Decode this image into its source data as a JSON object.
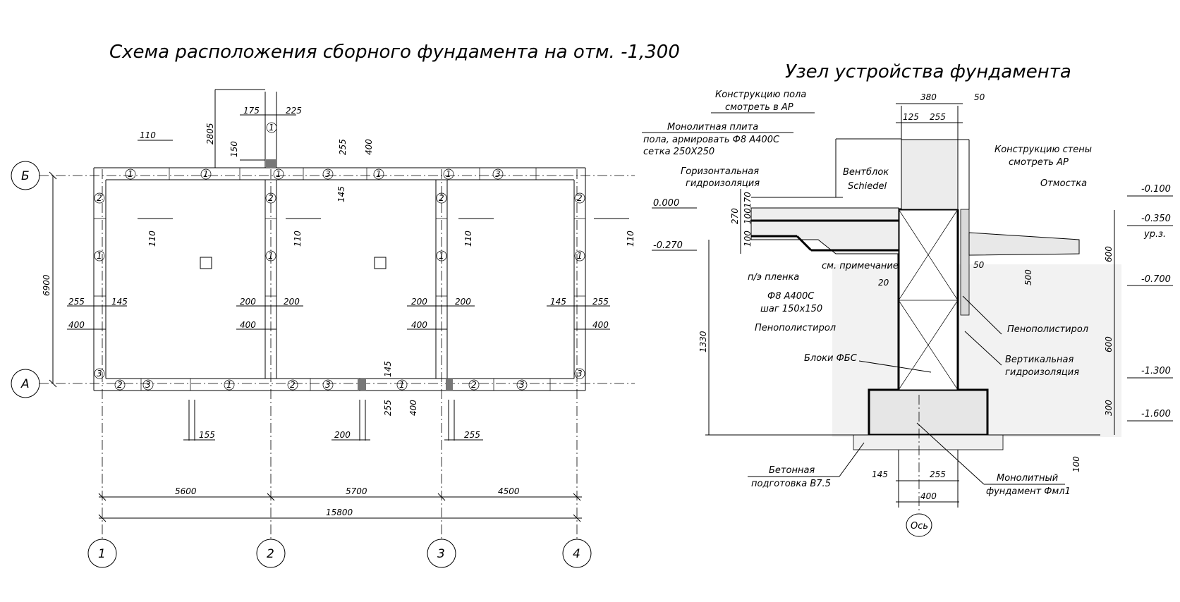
{
  "plan": {
    "title": "Схема расположения сборного фундамента на отм. -1,300",
    "axes_x": [
      "1",
      "2",
      "3",
      "4"
    ],
    "axes_y": [
      "Б",
      "А"
    ],
    "spans": [
      "5600",
      "5700",
      "4500"
    ],
    "total": "15800",
    "height_dim": "6900",
    "dims": {
      "d175": "175",
      "d225": "225",
      "d2805": "2805",
      "d150": "150",
      "d110": "110",
      "d255": "255",
      "d400": "400",
      "d145": "145",
      "d200": "200",
      "d155": "155"
    },
    "block_mark_1": "1",
    "block_mark_2": "2",
    "block_mark_3": "3"
  },
  "detail": {
    "title": "Узел устройства фундамента",
    "labels": {
      "floor": "Конструкцию пола",
      "floor2": "смотреть в АР",
      "slab1": "Монолитная плита",
      "slab2": "пола, армировать Ф8 А400С",
      "slab3": "сетка 250Х250",
      "hydro_h1": "Горизонтальная",
      "hydro_h2": "гидроизоляция",
      "vent1": "Вентблок",
      "vent2": "Schiedel",
      "wall1": "Конструкцию стены",
      "wall2": "смотреть АР",
      "otmostka": "Отмостка",
      "film": "п/э пленка",
      "note": "см. примечание",
      "rebar1": "Ф8 А400С",
      "rebar2": "шаг 150х150",
      "foam_l": "Пенополистирол",
      "foam_r": "Пенополистирол",
      "blocks": "Блоки ФБС",
      "hydro_v1": "Вертикальная",
      "hydro_v2": "гидроизоляция",
      "base1": "Бетонная",
      "base2": "подготовка В7.5",
      "mono1": "Монолитный",
      "mono2": "фундамент Фмл1",
      "axis": "Ось",
      "ground": "ур.з."
    },
    "levels": {
      "l0": "0.000",
      "lm027": "-0.270",
      "lm01": "-0.100",
      "lm035": "-0.350",
      "lm07": "-0.700",
      "lm13": "-1.300",
      "lm16": "-1.600"
    },
    "dims": {
      "d380": "380",
      "d50": "50",
      "d125": "125",
      "d255": "255",
      "d270": "270",
      "d100": "100",
      "d170": "170",
      "d20": "20",
      "d500": "500",
      "d600": "600",
      "d1330": "1330",
      "d300": "300",
      "d145": "145",
      "d400": "400"
    }
  }
}
